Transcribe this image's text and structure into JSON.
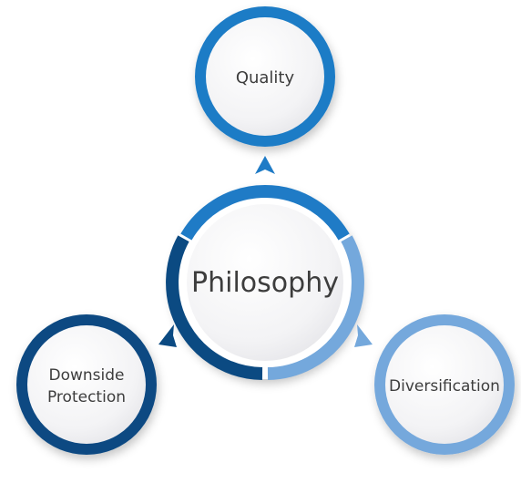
{
  "center": {
    "label": "Philosophy"
  },
  "nodes": [
    {
      "label": "Quality",
      "ring_color": "#1f7bc6",
      "icon": "arrow-up-icon"
    },
    {
      "label_lines": [
        "Downside",
        "Protection"
      ],
      "ring_color": "#0b4a82",
      "icon": "arrow-down-left-icon"
    },
    {
      "label": "Diversification",
      "ring_color": "#74a8dc",
      "icon": "arrow-down-right-icon"
    }
  ],
  "colors": {
    "dark_blue": "#0b4a82",
    "mid_blue": "#1f7bc6",
    "light_blue": "#74a8dc",
    "disc_fill": "#f2f2f4",
    "text": "#3d3d3d"
  }
}
